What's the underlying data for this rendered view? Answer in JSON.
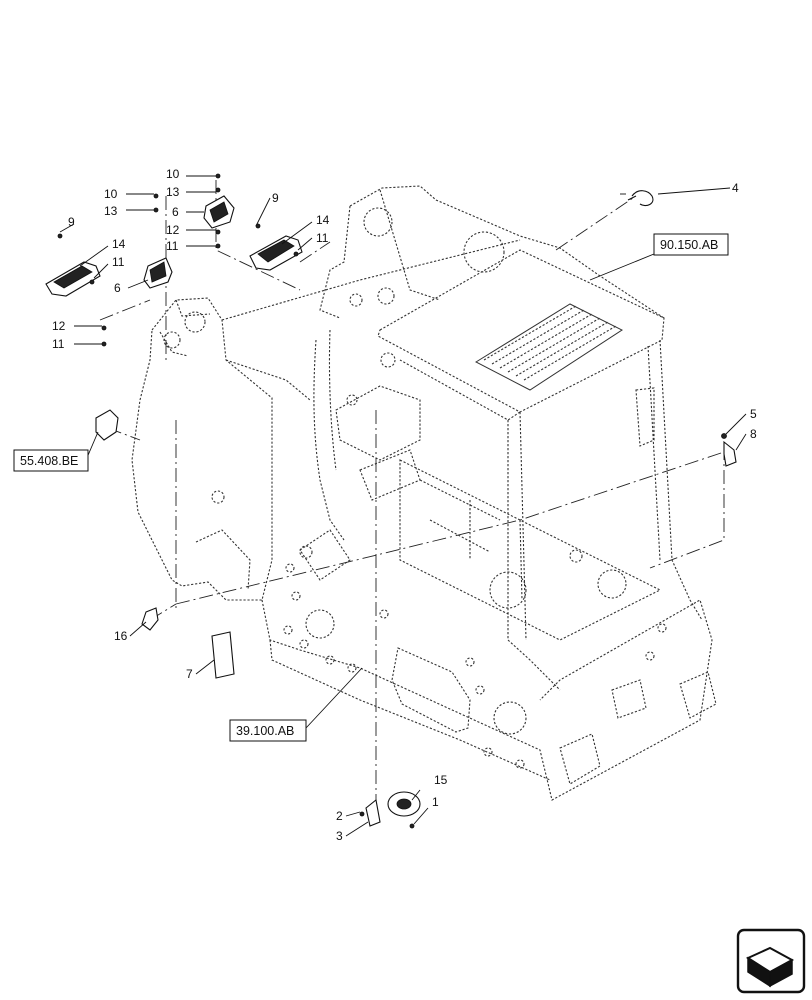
{
  "callouts": [
    {
      "id": "c-10a",
      "label": "10"
    },
    {
      "id": "c-13a",
      "label": "13"
    },
    {
      "id": "c-6a",
      "label": "6"
    },
    {
      "id": "c-12a",
      "label": "12"
    },
    {
      "id": "c-11a",
      "label": "11"
    },
    {
      "id": "c-10b",
      "label": "10"
    },
    {
      "id": "c-13b",
      "label": "13"
    },
    {
      "id": "c-9a",
      "label": "9"
    },
    {
      "id": "c-14a",
      "label": "14"
    },
    {
      "id": "c-11b",
      "label": "11"
    },
    {
      "id": "c-6b",
      "label": "6"
    },
    {
      "id": "c-12b",
      "label": "12"
    },
    {
      "id": "c-11c",
      "label": "11"
    },
    {
      "id": "c-9b",
      "label": "9"
    },
    {
      "id": "c-14b",
      "label": "14"
    },
    {
      "id": "c-11d",
      "label": "11"
    },
    {
      "id": "c-4",
      "label": "4"
    },
    {
      "id": "c-5",
      "label": "5"
    },
    {
      "id": "c-8",
      "label": "8"
    },
    {
      "id": "c-16",
      "label": "16"
    },
    {
      "id": "c-7",
      "label": "7"
    },
    {
      "id": "c-15",
      "label": "15"
    },
    {
      "id": "c-1",
      "label": "1"
    },
    {
      "id": "c-2",
      "label": "2"
    },
    {
      "id": "c-3",
      "label": "3"
    }
  ],
  "references": {
    "cab": "90.150.AB",
    "lights": "55.408.BE",
    "frame": "39.100.AB"
  },
  "icons": {
    "navigation": "next-page-arrow-icon"
  }
}
